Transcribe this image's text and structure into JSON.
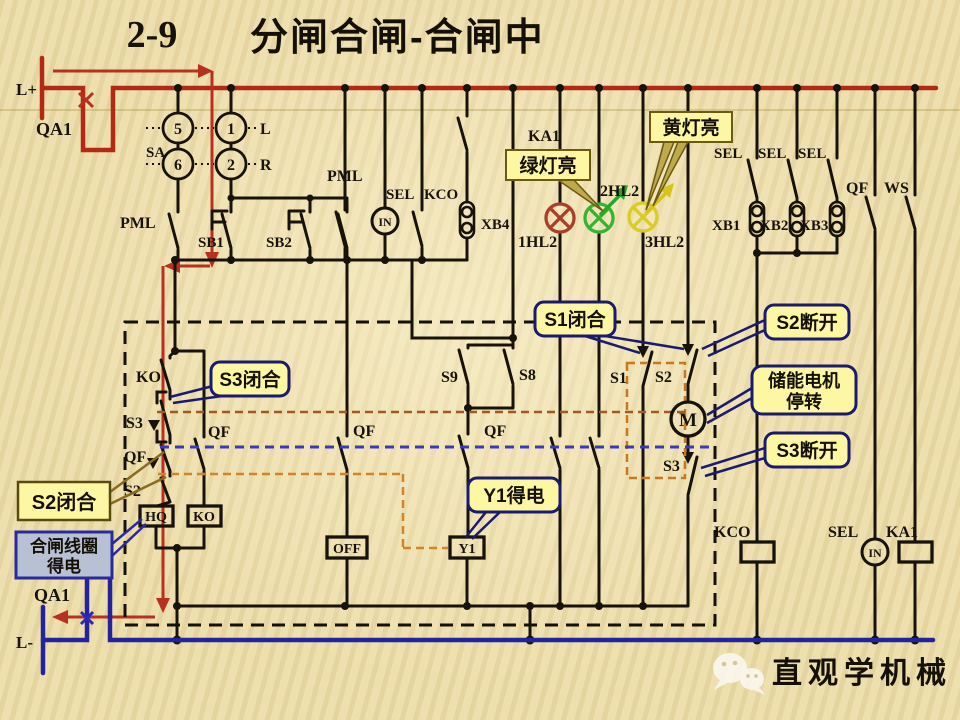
{
  "title": {
    "number": "2-9",
    "text": "分闸合闸-合闸中"
  },
  "rails": {
    "positive": "L+",
    "negative": "L-",
    "breaker_top": "QA1",
    "breaker_bottom": "QA1",
    "red_bus_color": "#b22a15",
    "blue_bus_color": "#2323a0"
  },
  "selector": {
    "label": "SA",
    "c5": "5",
    "c1": "1",
    "c6": "6",
    "c2": "2",
    "left": "L",
    "right": "R"
  },
  "top_row": {
    "pml_left": "PML",
    "sb1": "SB1",
    "sb2": "SB2",
    "pml_mid": "PML",
    "sel_mid": "SEL",
    "kco_mid": "KCO",
    "in_mid": "IN",
    "ka1": "KA1",
    "xb4": "XB4"
  },
  "lamps": {
    "l1": "1HL2",
    "l2": "2HL2",
    "l3": "3HL2",
    "l1_color": "#a93f2a",
    "l2_color": "#33b533",
    "l3_color": "#d8cc26"
  },
  "right_top": {
    "sel1": "SEL",
    "sel2": "SEL",
    "sel3": "SEL",
    "xb1": "XB1",
    "xb2": "XB2",
    "xb3": "XB3",
    "qf": "QF",
    "ws": "WS"
  },
  "mech_box": {
    "ko_contact": "KO",
    "s3_left": "S3",
    "qf_a": "QF",
    "s2_left": "S2",
    "qf_b": "QF",
    "s9": "S9",
    "s8": "S8",
    "qf_mid": "QF",
    "qf_y1": "QF",
    "s1": "S1",
    "s2_right": "S2",
    "s3_right": "S3",
    "motor": "M"
  },
  "coils": {
    "hq": "HQ",
    "ko": "KO",
    "off": "OFF",
    "y1": "Y1",
    "kco_label": "KCO",
    "sel_bottom": "SEL",
    "in_bottom": "IN",
    "ka1_label": "KA1"
  },
  "callouts": {
    "green_lamp": "绿灯亮",
    "yellow_lamp": "黄灯亮",
    "s1_closed": "S1闭合",
    "s2_open": "S2断开",
    "motor_line1": "储能电机",
    "motor_line2": "停转",
    "s3_open": "S3断开",
    "s3_closed": "S3闭合",
    "s2_closed": "S2闭合",
    "coil_line1": "合闸线圈",
    "coil_line2": "得电",
    "y1_energized": "Y1得电",
    "yellow_bg": "#fdf6a3",
    "coil_box_bg": "#b8c0d4"
  },
  "watermark": {
    "text": "直观学机械"
  }
}
